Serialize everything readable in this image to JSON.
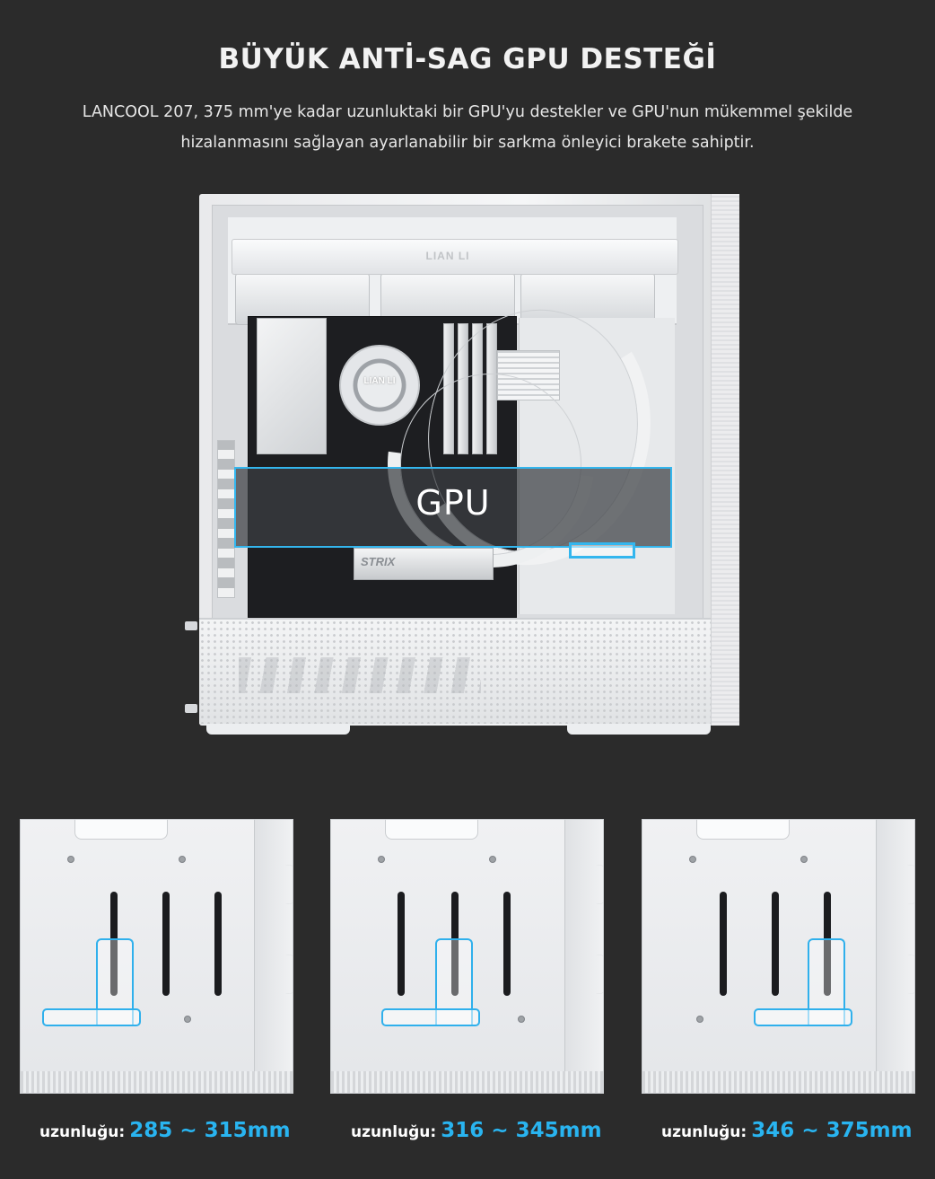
{
  "header": {
    "title": "BÜYÜK ANTİ-SAG GPU DESTEĞİ",
    "description_line1": "LANCOOL 207, 375 mm'ye kadar uzunluktaki bir GPU'yu destekler ve GPU'nun mükemmel şekilde",
    "description_line2": "hizalanmasını sağlayan ayarlanabilir bir sarkma önleyici brakete sahiptir."
  },
  "case_image": {
    "radiator_logo": "LIAN LI",
    "pump_logo": "LIAN LI",
    "gpu_label": "GPU",
    "card_text": "STRIX"
  },
  "panels": [
    {
      "key": "uzunluğu:",
      "value": "285 ~ 315mm"
    },
    {
      "key": "uzunluğu:",
      "value": "316 ~ 345mm"
    },
    {
      "key": "uzunluğu:",
      "value": "346 ~ 375mm"
    }
  ],
  "colors": {
    "background": "#2b2b2b",
    "accent": "#29b4f0",
    "highlight_outline": "#33b6ee"
  },
  "icons": [
    "fan-icon",
    "screw-icon"
  ]
}
